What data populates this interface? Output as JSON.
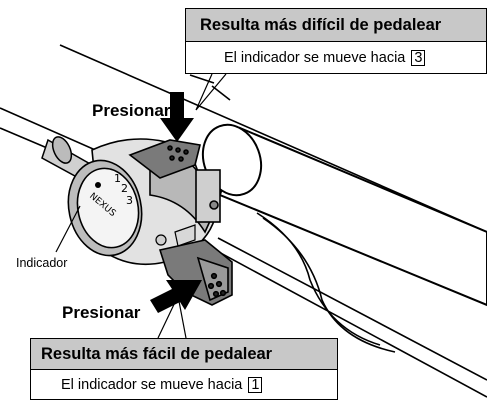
{
  "callouts": {
    "harder": {
      "title": "Resulta más difícil de pedalear",
      "text": "El indicador se mueve hacia",
      "position_label": "3"
    },
    "easier": {
      "title": "Resulta más fácil de pedalear",
      "text": "El indicador se mueve hacia",
      "position_label": "1"
    }
  },
  "labels": {
    "press_top": "Presionar",
    "press_bottom": "Presionar",
    "indicator": "Indicador"
  },
  "hub_markings": {
    "brand": "NEXUS",
    "gears": [
      "1",
      "2",
      "3"
    ]
  },
  "colors": {
    "header_fill": "#c8c8c8",
    "line": "#000000",
    "lever_dark": "#6e6e6e",
    "lever_mid": "#9a9a9a",
    "body_light": "#dcdcdc"
  }
}
